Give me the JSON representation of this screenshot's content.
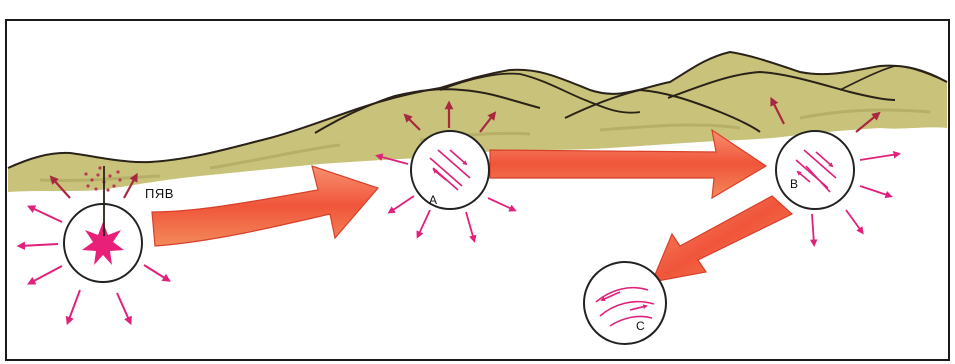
{
  "labels": {
    "source": "ПЯВ",
    "a": "A",
    "b": "B",
    "c": "C"
  },
  "colors": {
    "background": "#ffffff",
    "frame": "#1a1a1a",
    "terrain_fill": "#c9c27a",
    "terrain_shade": "#a9a25a",
    "terrain_edge": "#2a2218",
    "flow_arrow": "#f0553a",
    "flow_arrow_light": "#f7a070",
    "flow_arrow_edge": "#d8402a",
    "radial_arrow": "#e0207a",
    "surface_arrow": "#b02848",
    "burst": "#e8207a",
    "circle_edge": "#222222"
  },
  "icons": [
    "burst-star-icon",
    "fracture-lines-icon"
  ]
}
